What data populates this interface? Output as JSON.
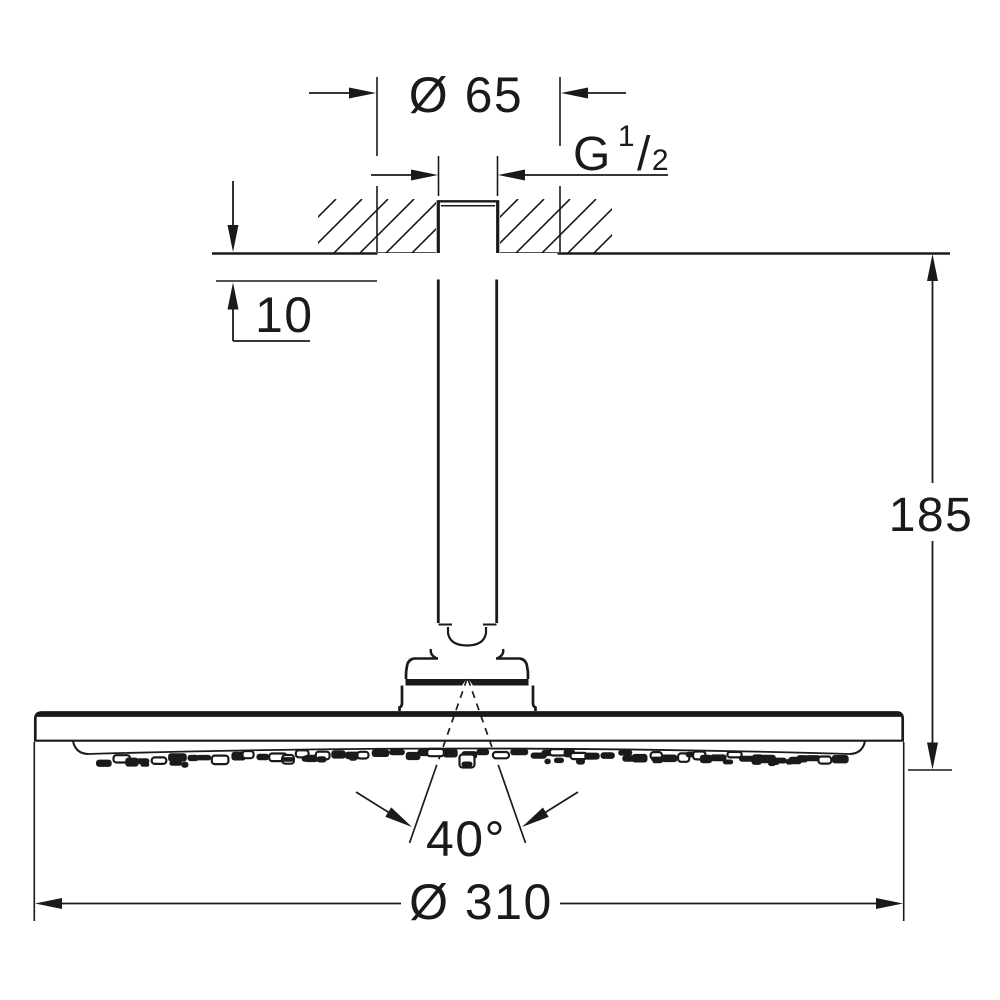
{
  "drawing": {
    "title": "Ceiling-mounted head shower - dimensional drawing",
    "colors": {
      "ink": "#1a1a1a",
      "background": "#ffffff"
    },
    "dimensions": {
      "flange_diameter": {
        "label": "Ø 65",
        "value": 65
      },
      "thread_size": {
        "prefix": "G",
        "numerator": "1",
        "slash": "/",
        "denominator": "2"
      },
      "ceiling_plate_thickness": {
        "label": "10",
        "value": 10
      },
      "installation_height": {
        "label": "185",
        "value": 185
      },
      "spray_angle": {
        "label": "40°",
        "value": 40
      },
      "head_diameter": {
        "label": "Ø 310",
        "value": 310
      }
    }
  }
}
